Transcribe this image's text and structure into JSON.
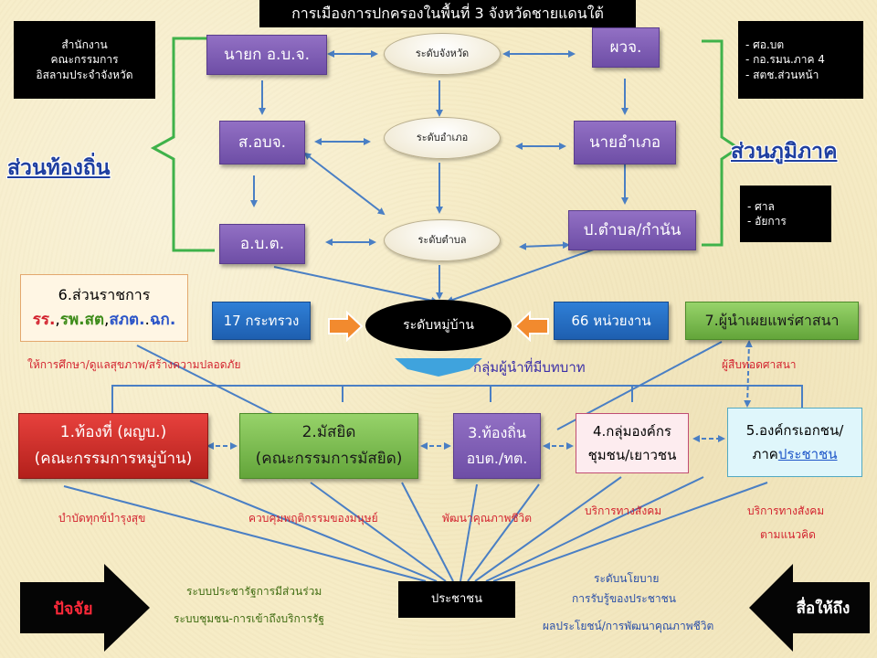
{
  "title": "การเมืองการปกครองในพื้นที่ 3 จังหวัดชายแดนใต้",
  "islamic_committee": [
    "สำนักงาน",
    "คณะกรรมการ",
    "อิสลามประจำจังหวัด"
  ],
  "regional_agencies": [
    "- ศอ.บต",
    "- กอ.รมน.ภาค 4",
    "- สตช.ส่วนหน้า"
  ],
  "justice_agencies": [
    "- ศาล",
    "- อัยการ"
  ],
  "left_heading": "ส่วนท้องถิ่น",
  "right_heading": "ส่วนภูมิภาค",
  "local": {
    "pao_chief": "นายก อ.บ.จ.",
    "pao_council": "ส.อบจ.",
    "tao": "อ.บ.ต."
  },
  "levels": {
    "province": "ระดับจังหวัด",
    "district": "ระดับอำเภอ",
    "subdistrict": "ระดับตำบล",
    "village": "ระดับหมู่บ้าน"
  },
  "regional": {
    "governor": "ผวจ.",
    "district_chief": "นายอำเภอ",
    "kamnan": "ป.ตำบล/กำนัน"
  },
  "gov_agencies": {
    "title": "6.ส่วนราชการ",
    "school": "รร.",
    "sep1": ",",
    "health": "รพ.สต",
    "sep2": ",",
    "sapt": "สภต.",
    "dot": ".",
    "learn": "ฉก."
  },
  "ministries": "17 กระทรวง",
  "units": "66 หน่วยงาน",
  "religious_leaders": "7.ผู้นำเผยแพร่ศาสนา",
  "gov_caption": "ให้การศึกษา/ดูแลสุขภาพ/สร้างความปลอดภัย",
  "role_groups": "กลุ่มผู้นำที่มีบทบาท",
  "religion_caption": "ผู้สืบทอดศาสนา",
  "groups": [
    {
      "line1": "1.ท้องที่ (ผญบ.)",
      "line2": "(คณะกรรมการหมู่บ้าน)"
    },
    {
      "line1": "2.มัสยิด",
      "line2": "(คณะกรรมการมัสยิด)"
    },
    {
      "line1": "3.ท้องถิ่น",
      "line2": "อบต./ทต."
    },
    {
      "line1": "4.กลุ่มองค์กร",
      "line2": "ชุมชน/เยาวชน"
    },
    {
      "line1": "5.องค์กรเอกชน/",
      "line2_prefix": "ภาค",
      "line2_link": "ประชาชน"
    }
  ],
  "captions": {
    "c1": "บำบัดทุกข์บำรุงสุข",
    "c2": "ควบคุมพฤติกรรมของมนุษย์",
    "c3": "พัฒนาคุณภาพชีวิต",
    "c4": "บริการทางสังคม",
    "c5_1": "บริการทางสังคม",
    "c5_2": "ตามแนวคิด"
  },
  "factors": "ปัจจัย",
  "outreach": "สื่อให้ถึง",
  "participation": "ระบบประชารัฐการมีส่วนร่วม",
  "community_system": "ระบบชุมชน-การเข้าถึงบริการรัฐ",
  "people": "ประชาชน",
  "policy_level": "ระดับนโยบาย",
  "perception": "การรับรู้ของประชาชน",
  "benefit": "ผลประโยชน์/การพัฒนาคุณภาพชีวิต",
  "colors": {
    "connector": "#4a7fc4",
    "bracket": "#3fb24a",
    "purple": "#7a58b3",
    "red": "#c9302c",
    "green": "#7cc04f",
    "blue": "#2370c9",
    "orange_arrow": "#f28a2e"
  }
}
